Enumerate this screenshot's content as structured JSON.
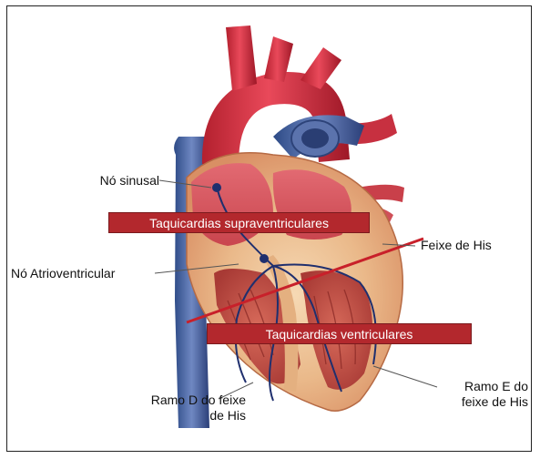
{
  "labels": {
    "sinus_node": "Nó sinusal",
    "av_node": "Nó Atrioventricular",
    "his_bundle": "Feixe de His",
    "right_branch_line1": "Ramo D do feixe",
    "right_branch_line2": "de His",
    "left_branch_line1": "Ramo E do",
    "left_branch_line2": "feixe de His"
  },
  "bands": {
    "supraventricular": "Taquicardias supraventriculares",
    "ventricular": "Taquicardias ventriculares"
  },
  "colors": {
    "band": "#b3282d",
    "divider_line": "#c8202a",
    "conduction_path": "#1f2f6e"
  }
}
